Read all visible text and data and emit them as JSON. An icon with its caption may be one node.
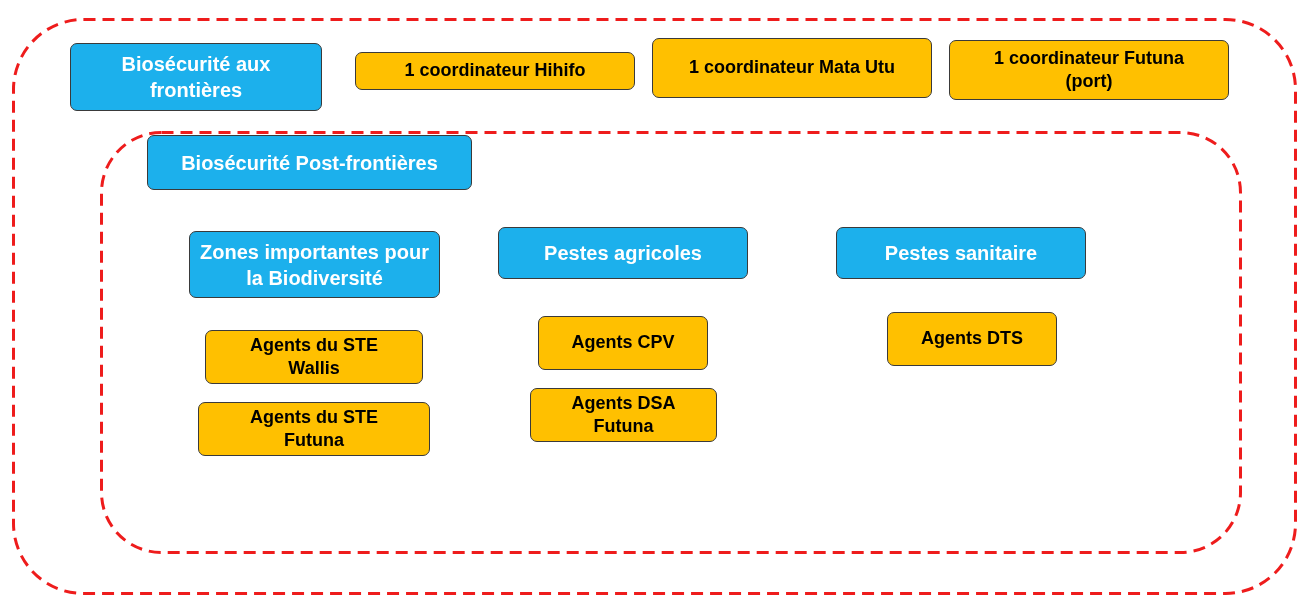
{
  "diagram": {
    "nodes": [
      {
        "text": [],
        "shape": "box"
      },
      {
        "text": [
          "Biosécurité aux frontières"
        ],
        "in": 0
      },
      {
        "text": [
          "1 coordinateur Hihifo"
        ],
        "in": 0
      },
      {
        "text": [
          "1 coordinateur Mata Utu"
        ],
        "in": 0
      },
      {
        "text": [
          "1 coordinateur Futuna (port)"
        ],
        "in": 0
      },
      {
        "text": [],
        "shape": "box",
        "in": 0
      },
      {
        "text": [
          "Biosécurité Post-frontières"
        ],
        "in": 5
      },
      {
        "text": [
          "Zones importantes pour la Biodiversité"
        ],
        "in": 5
      },
      {
        "text": [
          "Pestes agricoles"
        ],
        "in": 5
      },
      {
        "text": [
          "Pestes sanitaire"
        ],
        "in": 5
      },
      {
        "text": [
          "Agents du STE Wallis"
        ],
        "in": 5
      },
      {
        "text": [
          "Agents du STE Futuna"
        ],
        "in": 5
      },
      {
        "text": [
          "Agents CPV"
        ],
        "in": 5
      },
      {
        "text": [
          "Agents DSA Futuna"
        ],
        "in": 5
      },
      {
        "text": [
          "Agents DTS"
        ],
        "in": 5
      }
    ],
    "edges": []
  }
}
